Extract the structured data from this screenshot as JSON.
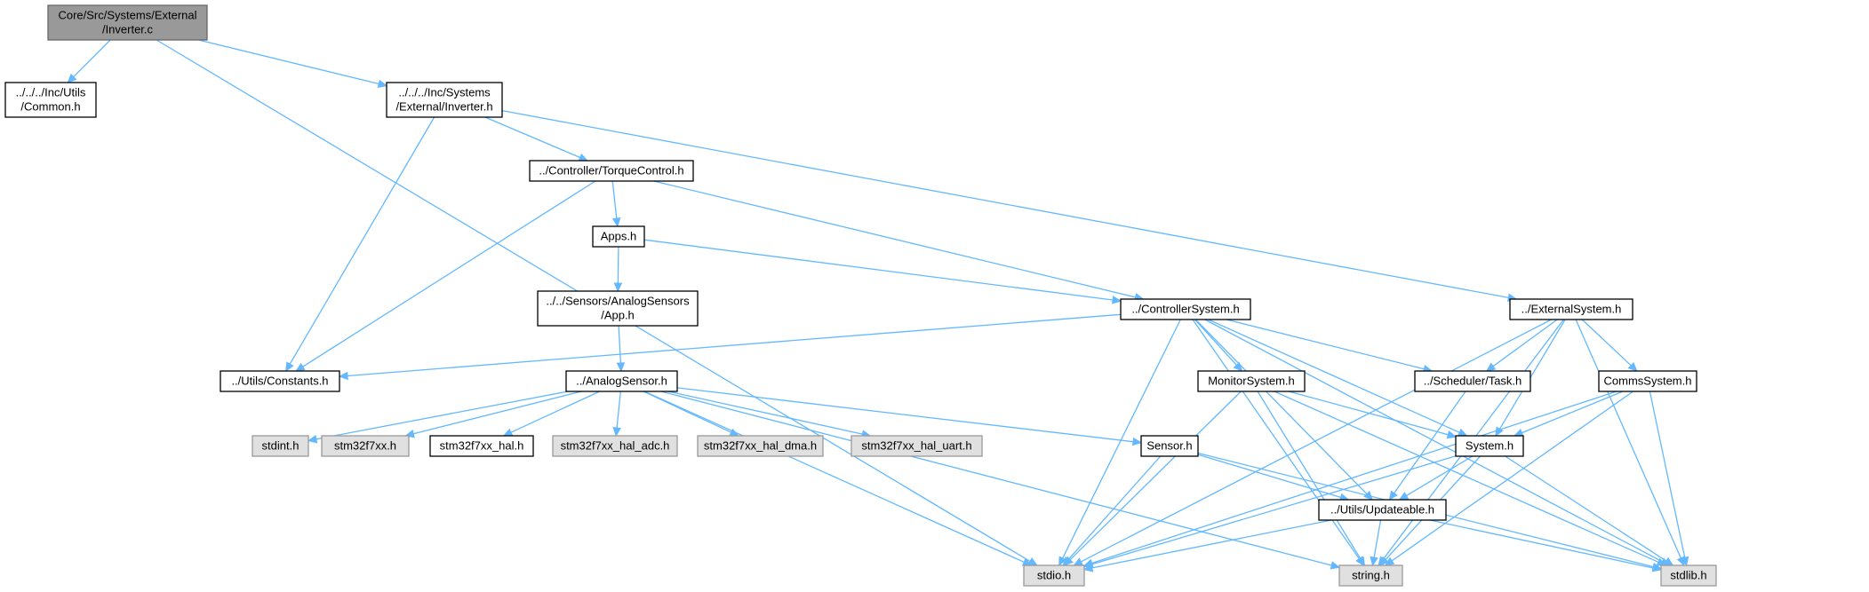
{
  "colors": {
    "edge": "#63b8ff",
    "root_fill": "#999999",
    "root_stroke": "#666666",
    "node_fill": "#ffffff",
    "node_stroke": "#000000",
    "external_fill": "#e0e0e0",
    "external_stroke": "#999999",
    "text": "#000000"
  },
  "nodes": [
    {
      "id": "n0",
      "kind": "root",
      "lines": [
        "Core/Src/Systems/External",
        "/Inverter.c"
      ]
    },
    {
      "id": "n1",
      "kind": "normal",
      "lines": [
        "../../../Inc/Utils",
        "/Common.h"
      ]
    },
    {
      "id": "n2",
      "kind": "normal",
      "lines": [
        "../../../Inc/Systems",
        "/External/Inverter.h"
      ]
    },
    {
      "id": "n3",
      "kind": "normal",
      "lines": [
        "../Controller/TorqueControl.h"
      ]
    },
    {
      "id": "n4",
      "kind": "normal",
      "lines": [
        "Apps.h"
      ]
    },
    {
      "id": "n5",
      "kind": "normal",
      "lines": [
        "../../Sensors/AnalogSensors",
        "/App.h"
      ]
    },
    {
      "id": "n6",
      "kind": "normal",
      "lines": [
        "../ControllerSystem.h"
      ]
    },
    {
      "id": "n7",
      "kind": "normal",
      "lines": [
        "../ExternalSystem.h"
      ]
    },
    {
      "id": "n8",
      "kind": "normal",
      "lines": [
        "../Utils/Constants.h"
      ]
    },
    {
      "id": "n9",
      "kind": "normal",
      "lines": [
        "../AnalogSensor.h"
      ]
    },
    {
      "id": "n10",
      "kind": "normal",
      "lines": [
        "MonitorSystem.h"
      ]
    },
    {
      "id": "n11",
      "kind": "normal",
      "lines": [
        "../Scheduler/Task.h"
      ]
    },
    {
      "id": "n12",
      "kind": "normal",
      "lines": [
        "CommsSystem.h"
      ]
    },
    {
      "id": "n13",
      "kind": "external",
      "lines": [
        "stdint.h"
      ]
    },
    {
      "id": "n14",
      "kind": "external",
      "lines": [
        "stm32f7xx.h"
      ]
    },
    {
      "id": "n15",
      "kind": "normal",
      "lines": [
        "stm32f7xx_hal.h"
      ]
    },
    {
      "id": "n16",
      "kind": "external",
      "lines": [
        "stm32f7xx_hal_adc.h"
      ]
    },
    {
      "id": "n17",
      "kind": "external",
      "lines": [
        "stm32f7xx_hal_dma.h"
      ]
    },
    {
      "id": "n18",
      "kind": "external",
      "lines": [
        "stm32f7xx_hal_uart.h"
      ]
    },
    {
      "id": "n19",
      "kind": "normal",
      "lines": [
        "Sensor.h"
      ]
    },
    {
      "id": "n20",
      "kind": "normal",
      "lines": [
        "System.h"
      ]
    },
    {
      "id": "n21",
      "kind": "normal",
      "lines": [
        "../Utils/Updateable.h"
      ]
    },
    {
      "id": "n22",
      "kind": "external",
      "lines": [
        "stdio.h"
      ]
    },
    {
      "id": "n23",
      "kind": "external",
      "lines": [
        "string.h"
      ]
    },
    {
      "id": "n24",
      "kind": "external",
      "lines": [
        "stdlib.h"
      ]
    }
  ],
  "edges": [
    [
      "n0",
      "n1"
    ],
    [
      "n0",
      "n2"
    ],
    [
      "n0",
      "n22"
    ],
    [
      "n2",
      "n8"
    ],
    [
      "n2",
      "n3"
    ],
    [
      "n2",
      "n7"
    ],
    [
      "n3",
      "n8"
    ],
    [
      "n3",
      "n4"
    ],
    [
      "n3",
      "n6"
    ],
    [
      "n4",
      "n5"
    ],
    [
      "n4",
      "n6"
    ],
    [
      "n5",
      "n9"
    ],
    [
      "n9",
      "n13"
    ],
    [
      "n9",
      "n14"
    ],
    [
      "n9",
      "n15"
    ],
    [
      "n9",
      "n16"
    ],
    [
      "n9",
      "n17"
    ],
    [
      "n9",
      "n18"
    ],
    [
      "n9",
      "n19"
    ],
    [
      "n9",
      "n22"
    ],
    [
      "n9",
      "n23"
    ],
    [
      "n6",
      "n8"
    ],
    [
      "n6",
      "n10"
    ],
    [
      "n6",
      "n11"
    ],
    [
      "n6",
      "n20"
    ],
    [
      "n6",
      "n21"
    ],
    [
      "n6",
      "n22"
    ],
    [
      "n6",
      "n23"
    ],
    [
      "n6",
      "n24"
    ],
    [
      "n7",
      "n11"
    ],
    [
      "n7",
      "n12"
    ],
    [
      "n7",
      "n20"
    ],
    [
      "n7",
      "n22"
    ],
    [
      "n7",
      "n23"
    ],
    [
      "n7",
      "n24"
    ],
    [
      "n10",
      "n20"
    ],
    [
      "n10",
      "n22"
    ],
    [
      "n10",
      "n23"
    ],
    [
      "n10",
      "n24"
    ],
    [
      "n11",
      "n21"
    ],
    [
      "n12",
      "n20"
    ],
    [
      "n12",
      "n22"
    ],
    [
      "n12",
      "n23"
    ],
    [
      "n12",
      "n24"
    ],
    [
      "n19",
      "n21"
    ],
    [
      "n19",
      "n22"
    ],
    [
      "n19",
      "n24"
    ],
    [
      "n20",
      "n21"
    ],
    [
      "n20",
      "n22"
    ],
    [
      "n20",
      "n23"
    ],
    [
      "n20",
      "n24"
    ],
    [
      "n21",
      "n22"
    ],
    [
      "n21",
      "n23"
    ],
    [
      "n21",
      "n24"
    ]
  ]
}
